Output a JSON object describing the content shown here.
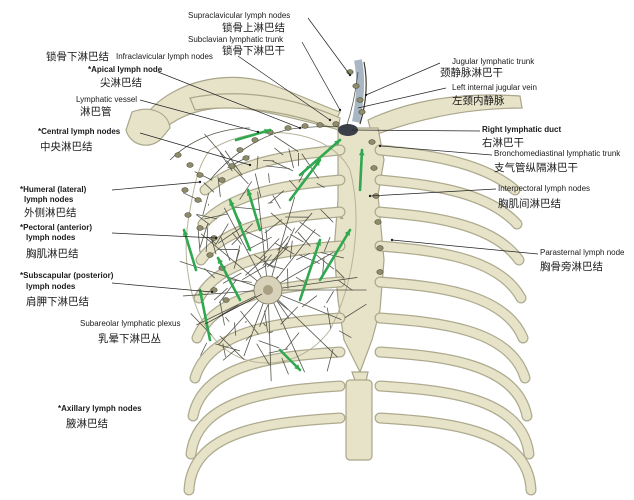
{
  "labels": {
    "supraclavicular": {
      "en": "Supraclavicular lymph nodes",
      "zh": "锁骨上淋巴结"
    },
    "subclavian": {
      "en": "Subclavian lymphatic trunk",
      "zh": "锁骨下淋巴干"
    },
    "infraclavicular": {
      "en": "Infraclavicular lymph nodes",
      "zh": "锁骨下淋巴结"
    },
    "apical": {
      "en": "Apical lymph node",
      "zh": "尖淋巴结"
    },
    "lymph_vessel": {
      "en": "Lymphatic vessel",
      "zh": "淋巴管"
    },
    "central": {
      "en": "Central lymph nodes",
      "zh": "中央淋巴结"
    },
    "humeral": {
      "en_1": "Humeral (lateral)",
      "en_2": "lymph nodes",
      "zh": "外侧淋巴结"
    },
    "pectoral": {
      "en_1": "Pectoral (anterior)",
      "en_2": "lymph nodes",
      "zh": "胸肌淋巴结"
    },
    "subscapular": {
      "en_1": "Subscapular (posterior)",
      "en_2": "lymph nodes",
      "zh": "肩胛下淋巴结"
    },
    "subareolar": {
      "en": "Subareolar lymphatic plexus",
      "zh": "乳晕下淋巴丛"
    },
    "axillary": {
      "en": "Axillary lymph nodes",
      "zh": "腋淋巴结"
    },
    "jugular_trunk": {
      "en": "Jugular lymphatic trunk",
      "zh": "颈静脉淋巴干"
    },
    "jugular_vein": {
      "en": "Left internal jugular vein",
      "zh": "左颈内静脉"
    },
    "right_duct": {
      "en": "Right lymphatic duct",
      "zh": "右淋巴干"
    },
    "broncho": {
      "en": "Bronchomediastinal lymphatic trunk",
      "zh": "支气管纵隔淋巴干"
    },
    "interpectoral": {
      "en": "Interpectoral lymph nodes",
      "zh": "胸肌间淋巴结"
    },
    "parasternal": {
      "en": "Parasternal lymph node",
      "zh": "胸骨旁淋巴结"
    }
  },
  "asterisk": "*",
  "colors": {
    "bone": "#e6e3c9",
    "bone_stroke": "#a9a689",
    "vessel": "#3a3a30",
    "node": "#8f8c6c",
    "arrow": "#2fa84f",
    "leader": "#222222"
  }
}
